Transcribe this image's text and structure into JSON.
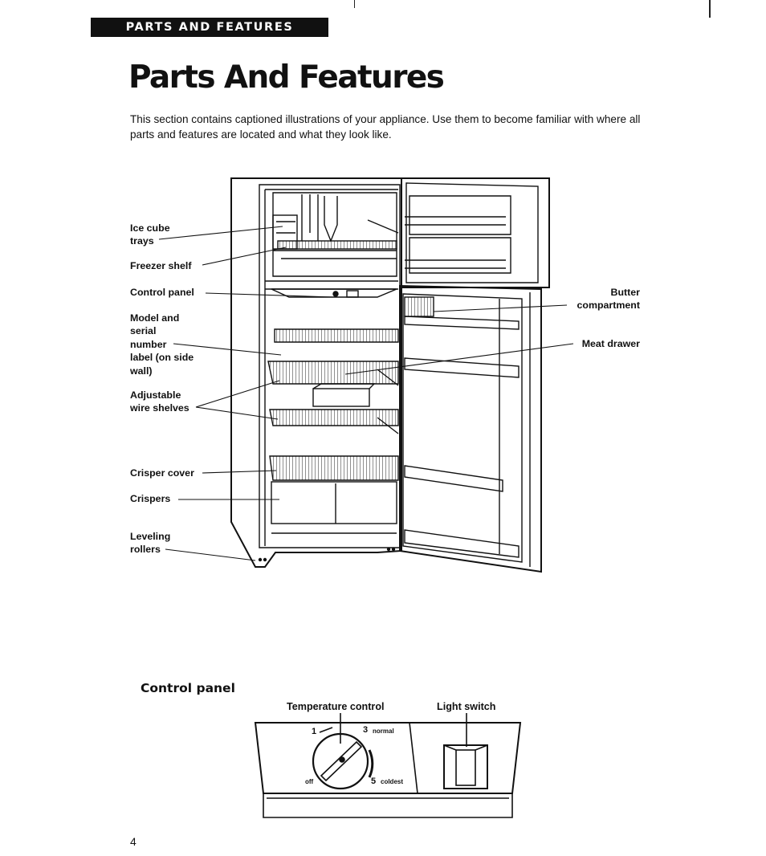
{
  "header": {
    "banner": "PARTS AND FEATURES"
  },
  "page": {
    "title": "Parts And Features",
    "intro": "This section contains captioned illustrations of your appliance. Use them to become familiar with where all parts and features are located and what they look like.",
    "page_number": "4"
  },
  "fridge_labels": {
    "ice_cube_trays": "Ice cube\ntrays",
    "freezer_shelf": "Freezer shelf",
    "control_panel": "Control panel",
    "model_serial": "Model and\nserial\nnumber\nlabel (on side\nwall)",
    "adjustable_shelves": "Adjustable\nwire shelves",
    "crisper_cover": "Crisper cover",
    "crispers": "Crispers",
    "leveling_rollers": "Leveling\nrollers",
    "butter_compartment": "Butter\ncompartment",
    "meat_drawer": "Meat drawer"
  },
  "control_panel_section": {
    "heading": "Control panel",
    "temperature_control": "Temperature control",
    "light_switch": "Light switch",
    "dial": {
      "pos_1": "1",
      "pos_3": "3",
      "normal": "normal",
      "off": "off",
      "pos_5": "5",
      "coldest": "coldest"
    }
  }
}
